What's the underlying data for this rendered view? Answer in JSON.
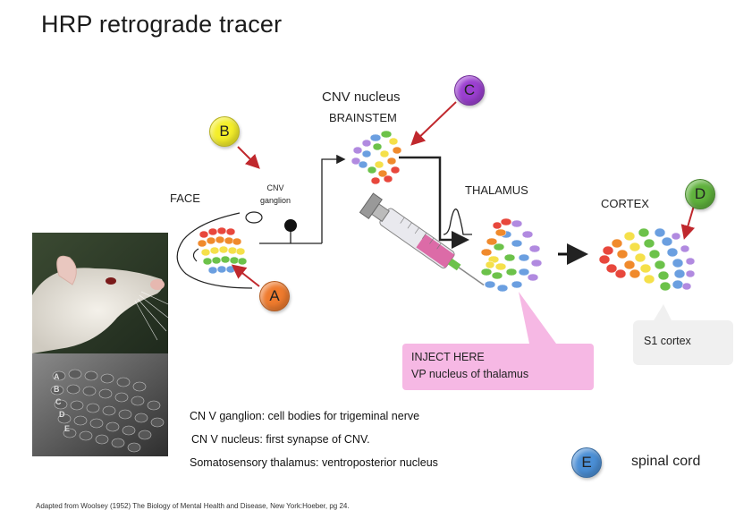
{
  "title": "HRP retrograde tracer",
  "labels": {
    "cnv_nucleus": "CNV nucleus",
    "brainstem": "BRAINSTEM",
    "cnv_ganglion_1": "CNV",
    "cnv_ganglion_2": "ganglion",
    "face": "FACE",
    "thalamus": "THALAMUS",
    "cortex": "CORTEX",
    "spinal_cord": "spinal cord"
  },
  "markers": [
    {
      "id": "A",
      "color": "#ef7b2e"
    },
    {
      "id": "B",
      "color": "#f4ee2a"
    },
    {
      "id": "C",
      "color": "#9b3fd0"
    },
    {
      "id": "D",
      "color": "#5fb23c"
    },
    {
      "id": "E",
      "color": "#4b8fd6"
    }
  ],
  "inject": {
    "line1": "INJECT HERE",
    "line2": "VP nucleus of thalamus"
  },
  "s1_label": "S1 cortex",
  "notes": [
    "CN V ganglion: cell bodies for trigeminal nerve",
    "CN V nucleus: first synapse of CNV.",
    "Somatosensory thalamus: ventroposterior nucleus"
  ],
  "barrel_rows": [
    "A",
    "B",
    "C",
    "D",
    "E"
  ],
  "credit": "Adapted from Woolsey (1952) The Biology of Mental Health and Disease, New York:Hoeber, pg 24.",
  "colors": {
    "red": "#e8473c",
    "orange": "#f08a2c",
    "yellow": "#f5e04a",
    "green": "#6cc24a",
    "blue": "#6b9fe0",
    "purple": "#b18ae0",
    "arrow_red": "#c0282d",
    "inject_pink": "#f6b8e4"
  }
}
